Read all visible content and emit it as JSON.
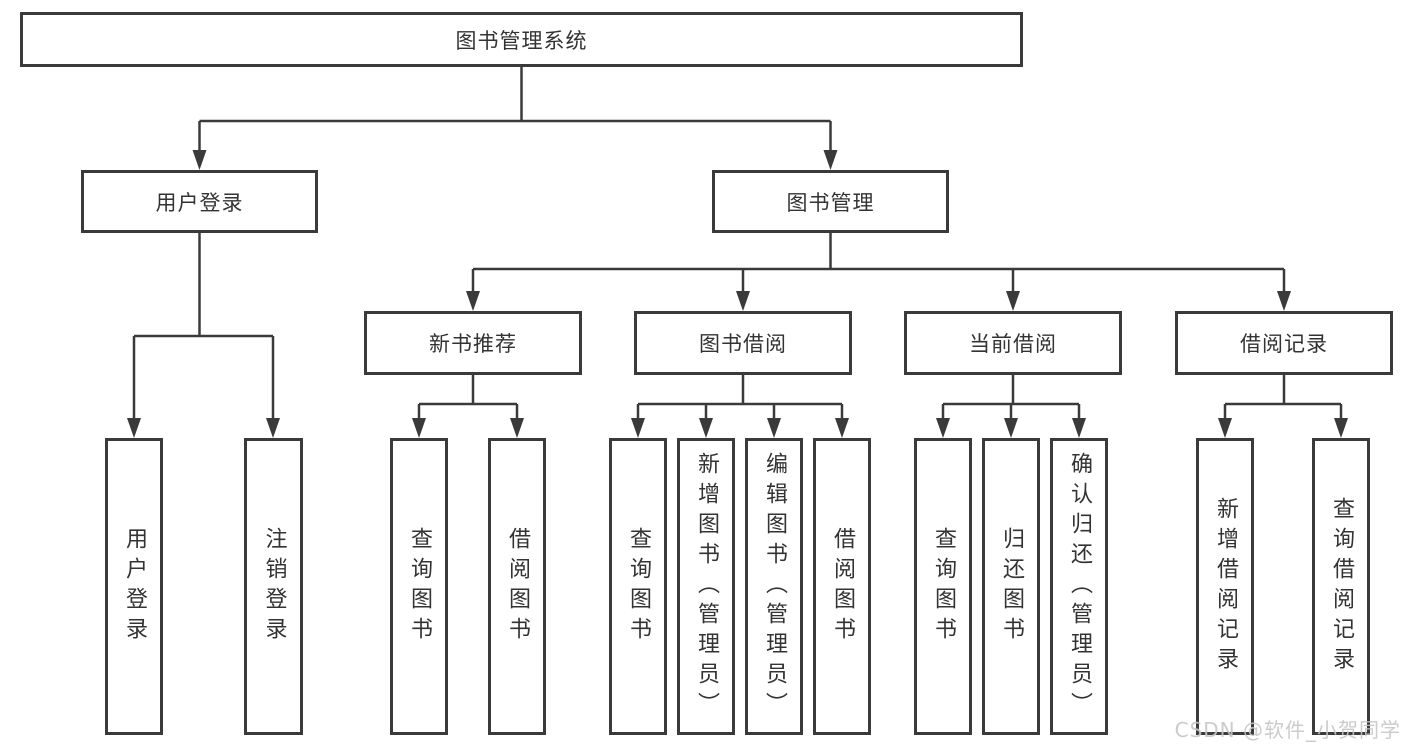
{
  "colors": {
    "line": "#3a3a3a",
    "box_border": "#3a3a3a",
    "text": "#333333",
    "background": "#ffffff",
    "watermark": "#c6c6c6"
  },
  "watermark": "CSDN @软件_小贺同学",
  "tree": {
    "label": "图书管理系统",
    "children": [
      {
        "label": "用户登录",
        "children": [
          {
            "label": "用户登录"
          },
          {
            "label": "注销登录"
          }
        ]
      },
      {
        "label": "图书管理",
        "children": [
          {
            "label": "新书推荐",
            "children": [
              {
                "label": "查询图书"
              },
              {
                "label": "借阅图书"
              }
            ]
          },
          {
            "label": "图书借阅",
            "children": [
              {
                "label": "查询图书"
              },
              {
                "label": "新增图书（管理员）"
              },
              {
                "label": "编辑图书（管理员）"
              },
              {
                "label": "借阅图书"
              }
            ]
          },
          {
            "label": "当前借阅",
            "children": [
              {
                "label": "查询图书"
              },
              {
                "label": "归还图书"
              },
              {
                "label": "确认归还（管理员）"
              }
            ]
          },
          {
            "label": "借阅记录",
            "children": [
              {
                "label": "新增借阅记录"
              },
              {
                "label": "查询借阅记录"
              }
            ]
          }
        ]
      }
    ]
  }
}
